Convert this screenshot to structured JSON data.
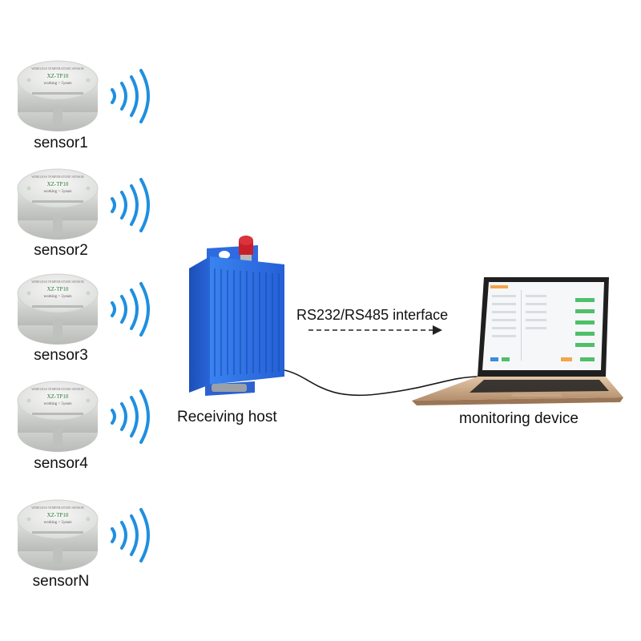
{
  "sensors": [
    {
      "name": "sensor1",
      "model": "XZ-TP10",
      "life": "working > 5years",
      "header": "WIRELESS TEMPERATURE SENSOR"
    },
    {
      "name": "sensor2",
      "model": "XZ-TP10",
      "life": "working > 5years",
      "header": "WIRELESS TEMPERATURE SENSOR"
    },
    {
      "name": "sensor3",
      "model": "XZ-TP10",
      "life": "working > 5years",
      "header": "WIRELESS TEMPERATURE SENSOR"
    },
    {
      "name": "sensor4",
      "model": "XZ-TP10",
      "life": "working > 5years",
      "header": "WIRELESS TEMPERATURE SENSOR"
    },
    {
      "name": "sensorN",
      "model": "XZ-TP10",
      "life": "working > 5years",
      "header": "WIRELESS TEMPERATURE SENSOR"
    }
  ],
  "receiver": {
    "label": "Receiving host"
  },
  "interface": {
    "label": "RS232/RS485 interface"
  },
  "monitor": {
    "label": "monitoring device"
  },
  "colors": {
    "wave": "#1f8fe0",
    "receiver_body": "#2b6fe6",
    "receiver_dark": "#1b4fb5",
    "antenna": "#c8202a",
    "sensor_body": "#ecedec",
    "sensor_shadow": "#c9cbc9",
    "model_text": "#2a7a3a",
    "laptop_frame": "#2a2a2a",
    "laptop_base": "#c9a98a"
  }
}
